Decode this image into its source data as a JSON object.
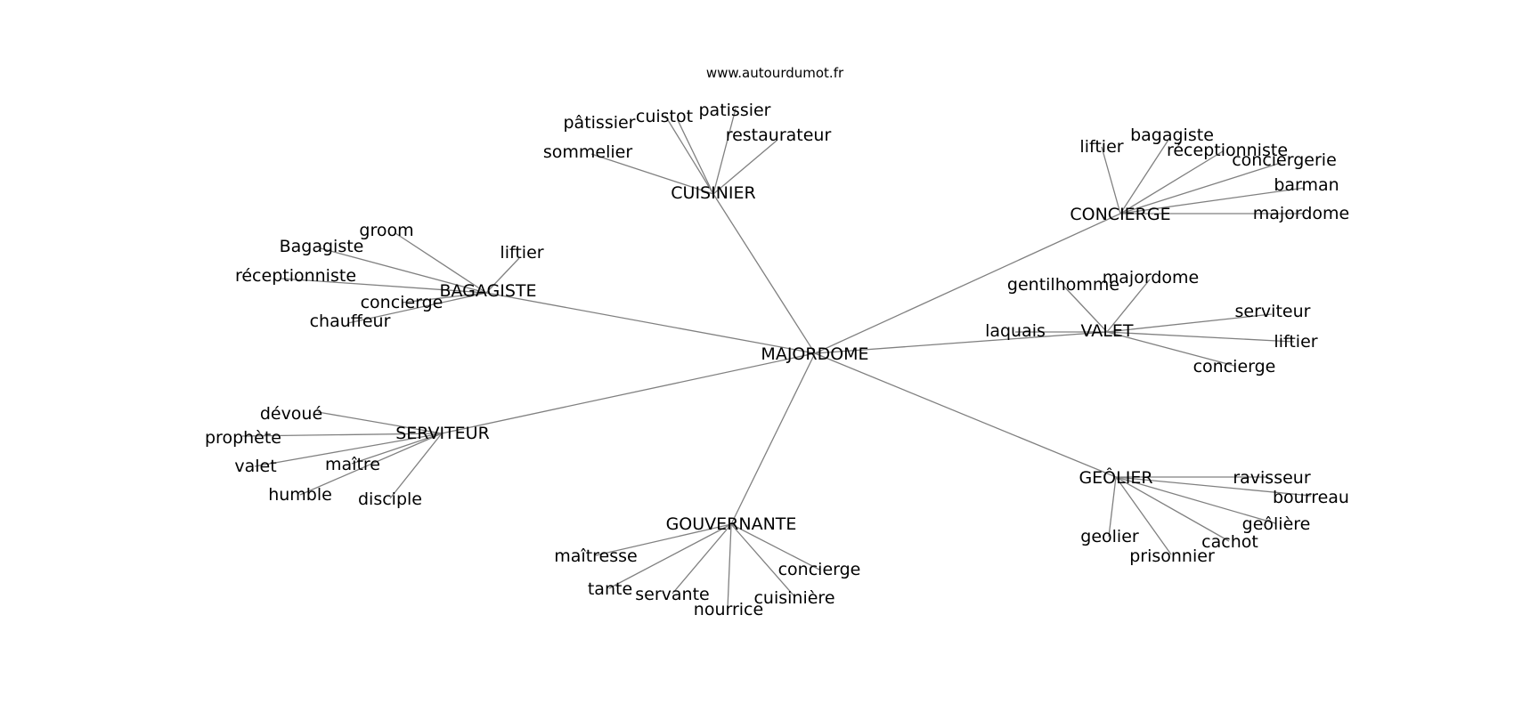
{
  "source": "www.autourdumot.fr",
  "center": "MAJORDOME",
  "groups": [
    {
      "hub": "CUISINIER",
      "leaves": [
        "pâtissier",
        "cuistot",
        "patissier",
        "restaurateur",
        "sommelier"
      ]
    },
    {
      "hub": "CONCIERGE",
      "leaves": [
        "liftier",
        "bagagiste",
        "réceptionniste",
        "conciergerie",
        "barman",
        "majordome"
      ]
    },
    {
      "hub": "BAGAGISTE",
      "leaves": [
        "groom",
        "Bagagiste",
        "réceptionniste",
        "liftier",
        "concierge",
        "chauffeur"
      ]
    },
    {
      "hub": "VALET",
      "leaves": [
        "gentilhomme",
        "majordome",
        "laquais",
        "serviteur",
        "liftier",
        "concierge"
      ]
    },
    {
      "hub": "SERVITEUR",
      "leaves": [
        "dévoué",
        "prophète",
        "valet",
        "maître",
        "humble",
        "disciple"
      ]
    },
    {
      "hub": "GEÔLIER",
      "leaves": [
        "ravisseur",
        "bourreau",
        "geôlière",
        "cachot",
        "geolier",
        "prisonnier"
      ]
    },
    {
      "hub": "GOUVERNANTE",
      "leaves": [
        "maîtresse",
        "tante",
        "servante",
        "nourrice",
        "cuisinière",
        "concierge"
      ]
    }
  ]
}
